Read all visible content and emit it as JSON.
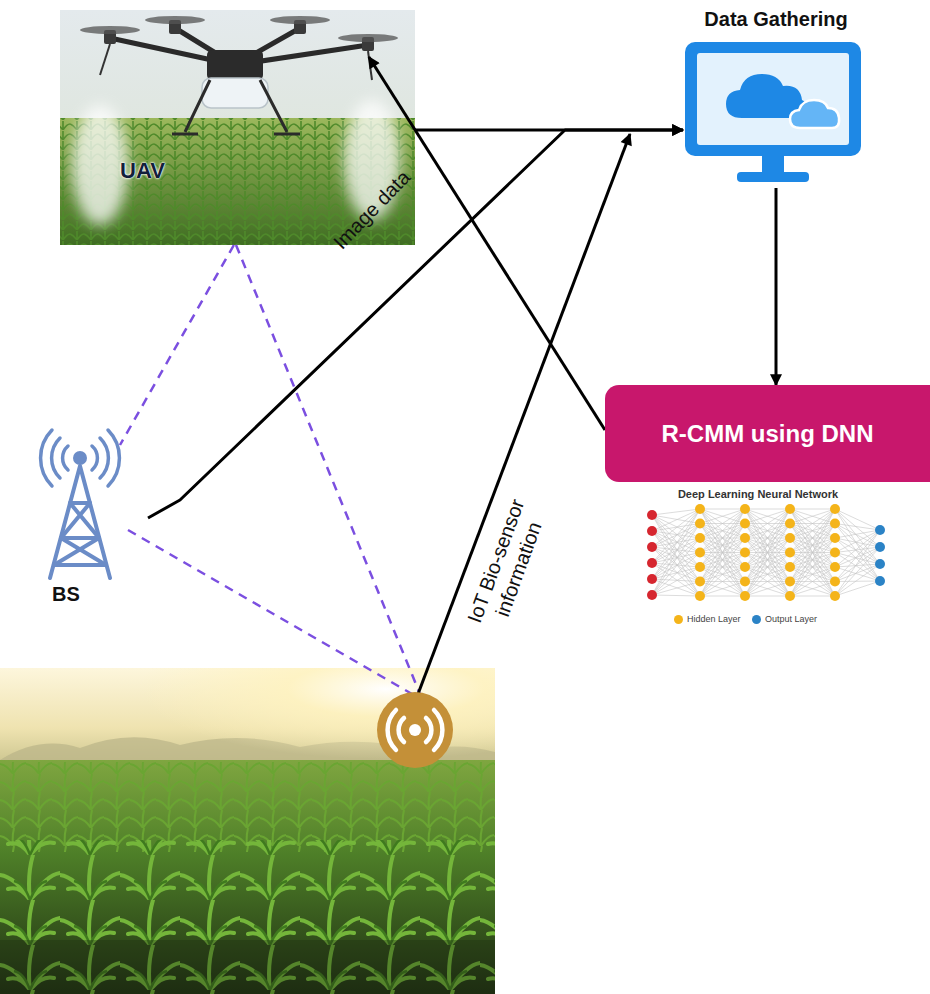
{
  "diagram": {
    "nodes": [
      {
        "text": [
          "UAV"
        ]
      },
      {
        "text": [
          "Data Gathering"
        ]
      },
      {
        "text": [
          "R-CMM using DNN"
        ]
      },
      {
        "text": [
          "BS"
        ]
      }
    ],
    "edges": [
      {
        "from": 0,
        "to": 1,
        "arrow": "to"
      },
      {
        "from": 3,
        "to": 1,
        "label": "Image data",
        "arrow": "to"
      },
      {
        "from": 1,
        "to": 2,
        "arrow": "to"
      },
      {
        "from": 2,
        "to": 0,
        "arrow": "to"
      },
      {
        "from": 0,
        "to": 3,
        "arrow": "none"
      }
    ],
    "labels": [
      "IoT Bio-sensor information",
      "Deep Learning Neural Network"
    ],
    "legend": [
      {
        "text": "Hidden Layer",
        "color": "#f4b41a"
      },
      {
        "text": "Output Layer",
        "color": "#2b83c6"
      }
    ]
  }
}
